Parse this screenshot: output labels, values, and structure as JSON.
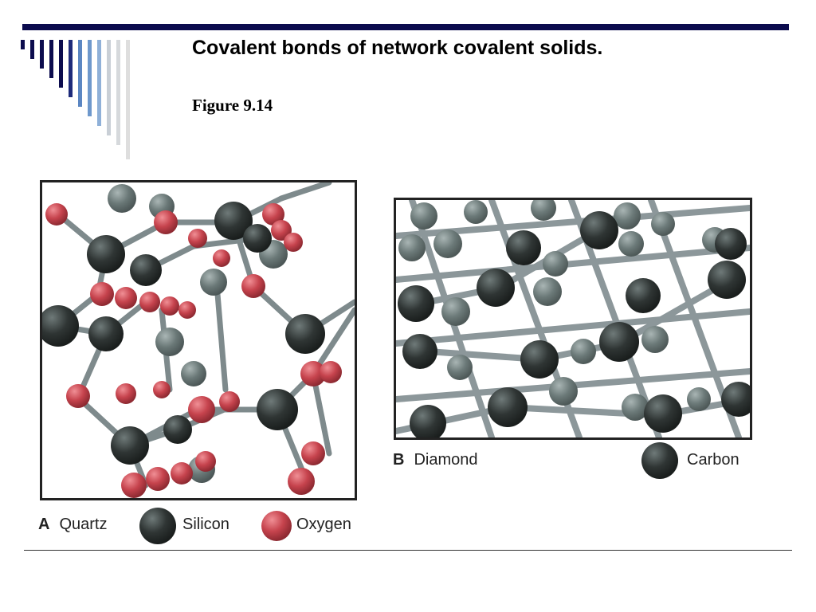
{
  "slide": {
    "title": "Covalent bonds of network covalent solids.",
    "subtitle": "Figure 9.14"
  },
  "panel_a": {
    "letter": "A",
    "label": "Quartz",
    "legend": [
      {
        "atom": "Silicon",
        "color": "#2b302f"
      },
      {
        "atom": "Oxygen",
        "color": "#c8454f"
      }
    ]
  },
  "panel_b": {
    "letter": "B",
    "label": "Diamond",
    "legend": [
      {
        "atom": "Carbon",
        "color": "#2b302f"
      }
    ]
  },
  "colors": {
    "accent_bar": "#0c0c4e",
    "bond": "#7e8a8c",
    "atom_dark": "#2b302f",
    "atom_light": "#5e6b6a",
    "oxygen": "#c8454f"
  }
}
